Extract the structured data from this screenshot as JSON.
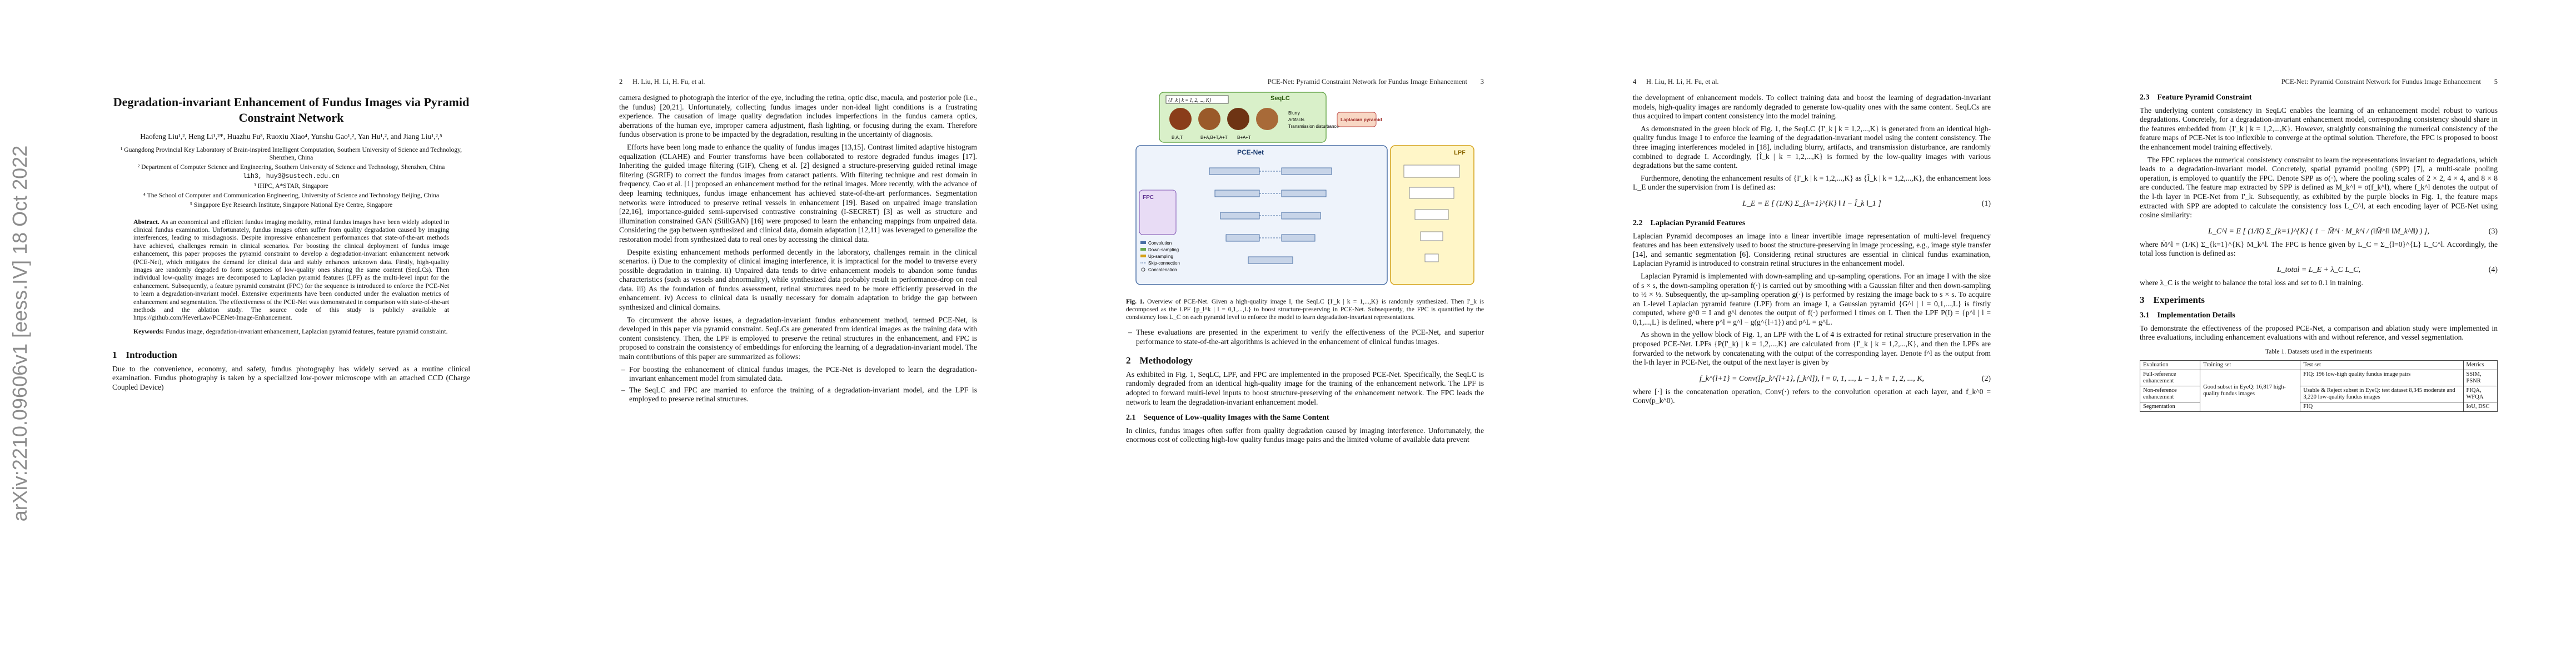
{
  "arxiv_id": "arXiv:2210.09606v1  [eess.IV]  18 Oct 2022",
  "page1": {
    "title": "Degradation-invariant Enhancement of Fundus Images via Pyramid Constraint Network",
    "authors": "Haofeng Liu¹,², Heng Li¹,²*, Huazhu Fu³, Ruoxiu Xiao⁴, Yunshu Gao¹,², Yan Hu¹,², and Jiang Liu¹,²,⁵",
    "affiliations": [
      "¹ Guangdong Provincial Key Laboratory of Brain-inspired Intelligent Computation, Southern University of Science and Technology, Shenzhen, China",
      "² Department of Computer Science and Engineering, Southern University of Science and Technology, Shenzhen, China",
      "lih3, huy3@sustech.edu.cn",
      "³ IHPC, A*STAR, Singapore",
      "⁴ The School of Computer and Communication Engineering, University of Science and Technology Beijing, China",
      "⁵ Singapore Eye Research Institute, Singapore National Eye Centre, Singapore"
    ],
    "abstract_label": "Abstract.",
    "abstract": "As an economical and efficient fundus imaging modality, retinal fundus images have been widely adopted in clinical fundus examination. Unfortunately, fundus images often suffer from quality degradation caused by imaging interferences, leading to misdiagnosis. Despite impressive enhancement performances that state-of-the-art methods have achieved, challenges remain in clinical scenarios. For boosting the clinical deployment of fundus image enhancement, this paper proposes the pyramid constraint to develop a degradation-invariant enhancement network (PCE-Net), which mitigates the demand for clinical data and stably enhances unknown data. Firstly, high-quality images are randomly degraded to form sequences of low-quality ones sharing the same content (SeqLCs). Then individual low-quality images are decomposed to Laplacian pyramid features (LPF) as the multi-level input for the enhancement. Subsequently, a feature pyramid constraint (FPC) for the sequence is introduced to enforce the PCE-Net to learn a degradation-invariant model. Extensive experiments have been conducted under the evaluation metrics of enhancement and segmentation. The effectiveness of the PCE-Net was demonstrated in comparison with state-of-the-art methods and the ablation study. The source code of this study is publicly available at https://github.com/HeverLaw/PCENet-Image-Enhancement.",
    "keywords_label": "Keywords:",
    "keywords": "Fundus image, degradation-invariant enhancement, Laplacian pyramid features, feature pyramid constraint.",
    "intro_num": "1",
    "intro_title": "Introduction",
    "intro_text": "Due to the convenience, economy, and safety, fundus photography has widely served as a routine clinical examination. Fundus photography is taken by a specialized low-power microscope with an attached CCD (Charge Coupled Device)"
  },
  "page2": {
    "page_number": "2",
    "running_head": "H. Liu, H. Li, H. Fu, et al.",
    "paragraphs": [
      "camera designed to photograph the interior of the eye, including the retina, optic disc, macula, and posterior pole (i.e., the fundus) [20,21]. Unfortunately, collecting fundus images under non-ideal light conditions is a frustrating experience. The causation of image quality degradation includes imperfections in the fundus camera optics, aberrations of the human eye, improper camera adjustment, flash lighting, or focusing during the exam. Therefore fundus observation is prone to be impacted by the degradation, resulting in the uncertainty of diagnosis.",
      "Efforts have been long made to enhance the quality of fundus images [13,15]. Contrast limited adaptive histogram equalization (CLAHE) and Fourier transforms have been collaborated to restore degraded fundus images [17]. Inheriting the guided image filtering (GIF), Cheng et al. [2] designed a structure-preserving guided retinal image filtering (SGRIF) to correct the fundus images from cataract patients. With filtering technique and rest domain in frequency, Cao et al. [1] proposed an enhancement method for the retinal images. More recently, with the advance of deep learning techniques, fundus image enhancement has achieved state-of-the-art performances. Segmentation networks were introduced to preserve retinal vessels in enhancement [19]. Based on unpaired image translation [22,16], importance-guided semi-supervised contrastive constraining (I-SECRET) [3] as well as structure and illumination constrained GAN (StillGAN) [16] were proposed to learn the enhancing mappings from unpaired data. Considering the gap between synthesized and clinical data, domain adaptation [12,11] was leveraged to generalize the restoration model from synthesized data to real ones by accessing the clinical data.",
      "Despite existing enhancement methods performed decently in the laboratory, challenges remain in the clinical scenarios. i) Due to the complexity of clinical imaging interference, it is impractical for the model to traverse every possible degradation in training. ii) Unpaired data tends to drive enhancement models to abandon some fundus characteristics (such as vessels and abnormality), while synthesized data probably result in performance-drop on real data. iii) As the foundation of fundus assessment, retinal structures need to be more efficiently preserved in the enhancement. iv) Access to clinical data is usually necessary for domain adaptation to bridge the gap between synthesized and clinical domains.",
      "To circumvent the above issues, a degradation-invariant fundus enhancement method, termed PCE-Net, is developed in this paper via pyramid constraint. SeqLCs are generated from identical images as the training data with content consistency. Then, the LPF is employed to preserve the retinal structures in the enhancement, and FPC is proposed to constrain the consistency of embeddings for enforcing the learning of a degradation-invariant model. The main contributions of this paper are summarized as follows:"
    ],
    "bullets": [
      "For boosting the enhancement of clinical fundus images, the PCE-Net is developed to learn the degradation-invariant enhancement model from simulated data.",
      "The SeqLC and FPC are married to enforce the training of a degradation-invariant model, and the LPF is employed to preserve retinal structures."
    ]
  },
  "page3": {
    "page_number": "3",
    "running_head": "PCE-Net: Pyramid Constraint Network for Fundus Image Enhancement",
    "figure": {
      "seqlc_label": "SeqLC",
      "seqlc_formula": "{I'_k | k = 1, 2, ..., K}",
      "pcenet_label": "PCE-Net",
      "lpf_label": "LPF",
      "fpc_label": "FPC",
      "laplacian_label": "Laplacian pyramid",
      "degradations": [
        "Blurry",
        "Artifacts",
        "Transmission disturbance"
      ],
      "ops": [
        "B,A,T",
        "B+A,B+T,A+T",
        "B+A+T"
      ],
      "legend": [
        "Convolution",
        "Down-sampling",
        "Up-sampling",
        "Skip-connection",
        "Concatenation"
      ]
    },
    "caption_label": "Fig. 1.",
    "caption": "Overview of PCE-Net. Given a high-quality image I, the SeqLC {I'_k | k = 1,...,K} is randomly synthesized. Then I'_k is decomposed as the LPF {p_l^k | l = 0,1,...,L} to boost structure-preserving in PCE-Net. Subsequently, the FPC is quantified by the consistency loss L_C on each pyramid level to enforce the model to learn degradation-invariant representations.",
    "bullets": [
      "These evaluations are presented in the experiment to verify the effectiveness of the PCE-Net, and superior performance to state-of-the-art algorithms is achieved in the enhancement of clinical fundus images."
    ],
    "sec_num": "2",
    "sec_title": "Methodology",
    "method_intro": "As exhibited in Fig. 1, SeqLC, LPF, and FPC are implemented in the proposed PCE-Net. Specifically, the SeqLC is randomly degraded from an identical high-quality image for the training of the enhancement network. The LPF is adopted to forward multi-level inputs to boost structure-preserving of the enhancement network. The FPC leads the network to learn the degradation-invariant enhancement model.",
    "sub_num": "2.1",
    "sub_title": "Sequence of Low-quality Images with the Same Content",
    "sub_text": "In clinics, fundus images often suffer from quality degradation caused by imaging interference. Unfortunately, the enormous cost of collecting high-low quality fundus image pairs and the limited volume of available data prevent"
  },
  "page4": {
    "page_number": "4",
    "running_head": "H. Liu, H. Li, H. Fu, et al.",
    "paragraphs": [
      "the development of enhancement models. To collect training data and boost the learning of degradation-invariant models, high-quality images are randomly degraded to generate low-quality ones with the same content. SeqLCs are thus acquired to impart content consistency into the model training.",
      "As demonstrated in the green block of Fig. 1, the SeqLC {I'_k | k = 1,2,...,K} is generated from an identical high-quality fundus image I to enforce the learning of the degradation-invariant model using the content consistency. The three imaging interferences modeled in [18], including blurry, artifacts, and transmission disturbance, are randomly combined to degrade I. Accordingly, {Î_k | k = 1,2,...,K} is formed by the low-quality images with various degradations but the same content.",
      "Furthermore, denoting the enhancement results of {I'_k | k = 1,2,...,K} as {Î_k | k = 1,2,...,K}, the enhancement loss L_E under the supervision from I is defined as:"
    ],
    "eq1": "L_E = E [ (1/K) Σ_{k=1}^{K} ‖ I − Î_k ‖_1 ]",
    "eq1_num": "(1)",
    "sub_num": "2.2",
    "sub_title": "Laplacian Pyramid Features",
    "sub_paragraphs": [
      "Laplacian Pyramid decomposes an image into a linear invertible image representation of multi-level frequency features and has been extensively used to boost the structure-preserving in image processing, e.g., image style transfer [14], and semantic segmentation [6]. Considering retinal structures are essential in clinical fundus examination, Laplacian Pyramid is introduced to constrain retinal structures in the enhancement model.",
      "Laplacian Pyramid is implemented with down-sampling and up-sampling operations. For an image I with the size of s × s, the down-sampling operation f(·) is carried out by smoothing with a Gaussian filter and then down-sampling to ½ × ½. Subsequently, the up-sampling operation g(·) is performed by resizing the image back to s × s. To acquire an L-level Laplacian pyramid feature (LPF) from an image I, a Gaussian pyramid {G^l | l = 0,1,...,L} is firstly computed, where g^0 = I and g^l denotes the output of f(·) performed l times on I. Then the LPF P(I) = {p^l | l = 0,1,...,L} is defined, where p^l = g^l − g(g^{l+1}) and p^L = g^L.",
      "As shown in the yellow block of Fig. 1, an LPF with the L of 4 is extracted for retinal structure preservation in the proposed PCE-Net. LPFs {P(I'_k) | k = 1,2,...,K} are calculated from {I'_k | k = 1,2,...,K}, and then the LPFs are forwarded to the network by concatenating with the output of the corresponding layer. Denote f^l as the output from the l-th layer in PCE-Net, the output of the next layer is given by"
    ],
    "eq2": "f_k^{l+1} = Conv([p_k^{l+1}, f_k^l]), l = 0, 1, ..., L − 1, k = 1, 2, ..., K,",
    "eq2_num": "(2)",
    "after_eq2": "where [·] is the concatenation operation, Conv(·) refers to the convolution operation at each layer, and f_k^0 = Conv(p_k^0)."
  },
  "page5": {
    "page_number": "5",
    "running_head": "PCE-Net: Pyramid Constraint Network for Fundus Image Enhancement",
    "sub_num": "2.3",
    "sub_title": "Feature Pyramid Constraint",
    "paragraphs": [
      "The underlying content consistency in SeqLC enables the learning of an enhancement model robust to various degradations. Concretely, for a degradation-invariant enhancement model, corresponding consistency should share in the features embedded from {I'_k | k = 1,2,...,K}. However, straightly constraining the numerical consistency of the feature maps of PCE-Net is too inflexible to converge at the optimal solution. Therefore, the FPC is proposed to boost the enhancement model training effectively.",
      "The FPC replaces the numerical consistency constraint to learn the representations invariant to degradations, which leads to a degradation-invariant model. Concretely, spatial pyramid pooling (SPP) [7], a multi-scale pooling operation, is employed to quantify the FPC. Denote SPP as σ(·), where the pooling scales of 2 × 2, 4 × 4, and 8 × 8 are conducted. The feature map extracted by SPP is defined as M_k^l = σ(f_k^l), where f_k^l denotes the output of the l-th layer in PCE-Net from I'_k. Subsequently, as exhibited by the purple blocks in Fig. 1, the feature maps extracted with SPP are adopted to calculate the consistency loss L_C^l, at each encoding layer of PCE-Net using cosine similarity:"
    ],
    "eq3": "L_C^l = E [ (1/K) Σ_{k=1}^{K} ( 1 − M̄^l · M_k^l / (‖M̄^l‖ ‖M_k^l‖) ) ],",
    "eq3_num": "(3)",
    "after_eq3": "where M̄^l = (1/K) Σ_{k=1}^{K} M_k^l. The FPC is hence given by L_C = Σ_{l=0}^{L} L_C^l. Accordingly, the total loss function is defined as:",
    "eq4": "L_total = L_E + λ_C L_C,",
    "eq4_num": "(4)",
    "after_eq4": "where λ_C is the weight to balance the total loss and set to 0.1 in training.",
    "sec_num": "3",
    "sec_title": "Experiments",
    "sub2_num": "3.1",
    "sub2_title": "Implementation Details",
    "impl_text": "To demonstrate the effectiveness of the proposed PCE-Net, a comparison and ablation study were implemented in three evaluations, including enhancement evaluations with and without reference, and vessel segmentation.",
    "table_caption": "Table 1. Datasets used in the experiments",
    "table_headers": [
      "Evaluation",
      "Training set",
      "Test set",
      "Metrics"
    ],
    "table_rows": [
      [
        "Full-reference enhancement",
        "",
        "FIQ: 196 low-high quality fundus image pairs",
        "SSIM, PSNR"
      ],
      [
        "Non-reference enhancement",
        "Good subset in EyeQ: 16,817 high-quality fundus images",
        "Usable & Reject subset in EyeQ: test dataset 8,345 moderate and 3,220 low-quality fundus images",
        "FIQA, WFQA"
      ],
      [
        "Segmentation",
        "",
        "FIQ",
        "IoU, DSC"
      ]
    ]
  }
}
